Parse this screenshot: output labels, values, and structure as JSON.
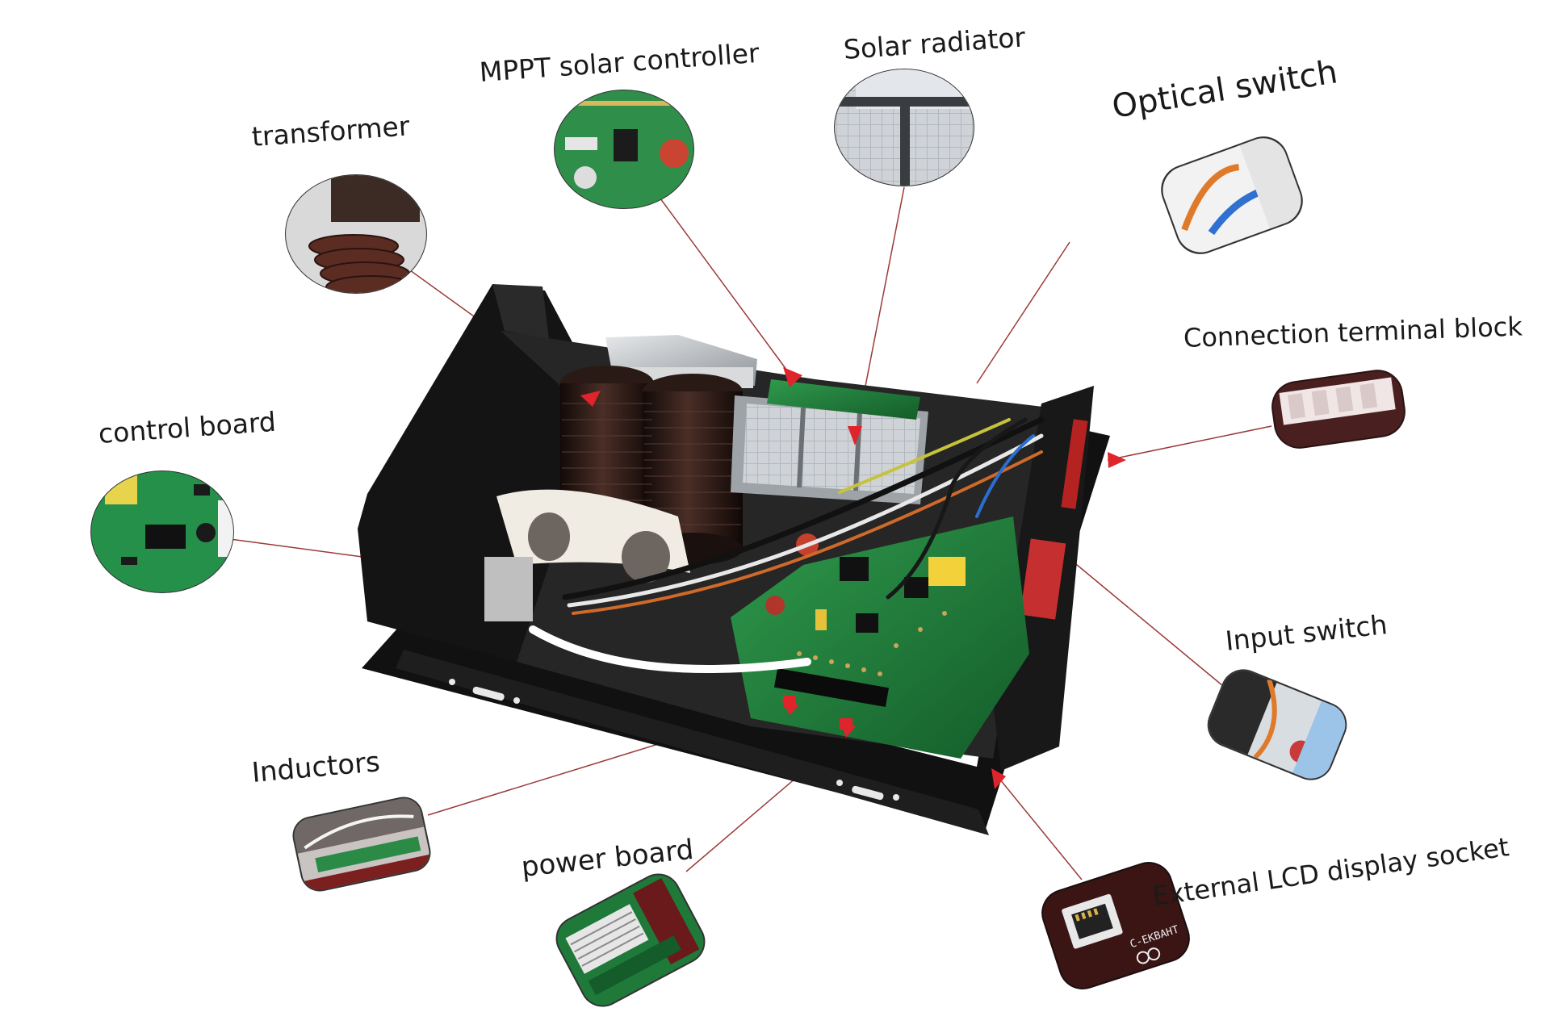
{
  "labels": {
    "transformer": "transformer",
    "mppt": "MPPT solar controller",
    "radiator": "Solar radiator",
    "optical": "Optical switch",
    "terminal": "Connection terminal block",
    "control": "control board",
    "input": "Input switch",
    "inductors": "Inductors",
    "power": "power board",
    "lcd": "External LCD display socket"
  },
  "lcd_socket_print": "C-ЕКВАНТ",
  "colors": {
    "leader": "#9a3a3a",
    "marker": "#e0242c",
    "chassis": "#141414",
    "pcb": "#1f7a3a",
    "coil": "#2b1a15"
  },
  "icons": [
    "magnifier-callout",
    "pointer-arrow"
  ]
}
